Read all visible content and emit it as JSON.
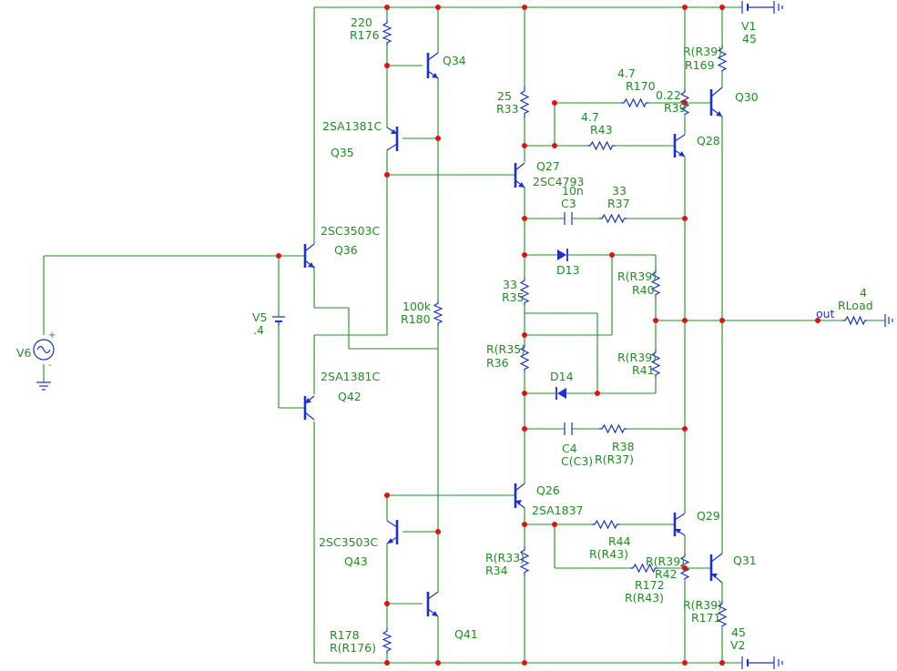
{
  "labels": {
    "r176_val": "220",
    "r176": "R176",
    "q34": "Q34",
    "q35_part": "2SA1381C",
    "q35": "Q35",
    "q36_part": "2SC3503C",
    "q36": "Q36",
    "v5": "V5",
    "v5_val": ".4",
    "v6": "V6",
    "q42_part": "2SA1381C",
    "q42": "Q42",
    "r180_val": "100k",
    "r180": "R180",
    "q43_part": "2SC3503C",
    "q43": "Q43",
    "r178": "R178",
    "r178_val": "R(R176)",
    "q41": "Q41",
    "r33_val": "25",
    "r33": "R33",
    "q27": "Q27",
    "q27_part": "2SC4793",
    "c3_val": "10n",
    "c3": "C3",
    "r37_val": "33",
    "r37": "R37",
    "r35_val": "33",
    "r35": "R35",
    "r36_val": "R(R35)",
    "r36": "R36",
    "d13": "D13",
    "d14": "D14",
    "c4": "C4",
    "c4_val": "C(C3)",
    "r38": "R38",
    "r38_val": "R(R37)",
    "q26": "Q26",
    "q26_part": "2SA1837",
    "r34_val": "R(R33)",
    "r34": "R34",
    "r170_val": "4.7",
    "r170": "R170",
    "r43_val": "4.7",
    "r43": "R43",
    "q28": "Q28",
    "r40_val": "R(R39)",
    "r40": "R40",
    "r41_val": "R(R39)",
    "r41": "R41",
    "r44": "R44",
    "r44_val": "R(R43)",
    "q29": "Q29",
    "r42_val": "R(R39)",
    "r42": "R42",
    "r172": "R172",
    "r172_val": "R(R43)",
    "r169_val": "R(R39)",
    "r169": "R169",
    "r39_val": "0.22",
    "r39": "R39",
    "q30": "Q30",
    "v1": "V1",
    "v1_val": "45",
    "q31": "Q31",
    "r171_val": "R(R39)",
    "r171": "R171",
    "v2_val": "45",
    "v2": "V2",
    "rload_val": "4",
    "rload": "RLoad",
    "out": "out",
    "v6_plus": "+",
    "v6_minus": "-"
  },
  "colors": {
    "wire": "#1f8f1f",
    "component": "#1c2fd4",
    "node": "#e01010",
    "net_label": "#1c2fd4",
    "background": "#ffffff"
  }
}
